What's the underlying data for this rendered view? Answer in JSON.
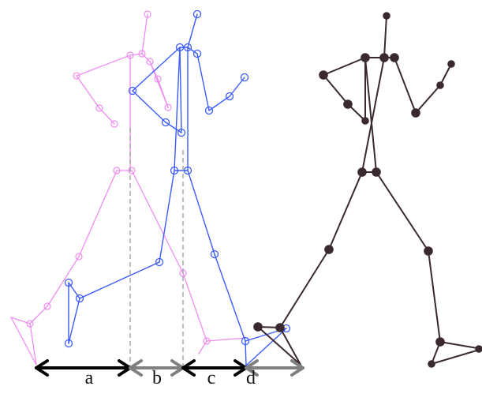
{
  "figure": {
    "labels": {
      "a": "a",
      "b": "b",
      "c": "c",
      "d": "d"
    }
  },
  "colors": {
    "pink_skeleton": "#ef8cf0",
    "blue_skeleton": "#3b5bff",
    "dark_skeleton": "#3a2a30",
    "arrow_black": "#000000",
    "arrow_gray": "#808080",
    "dashed_guide": "#9a9a9a"
  }
}
